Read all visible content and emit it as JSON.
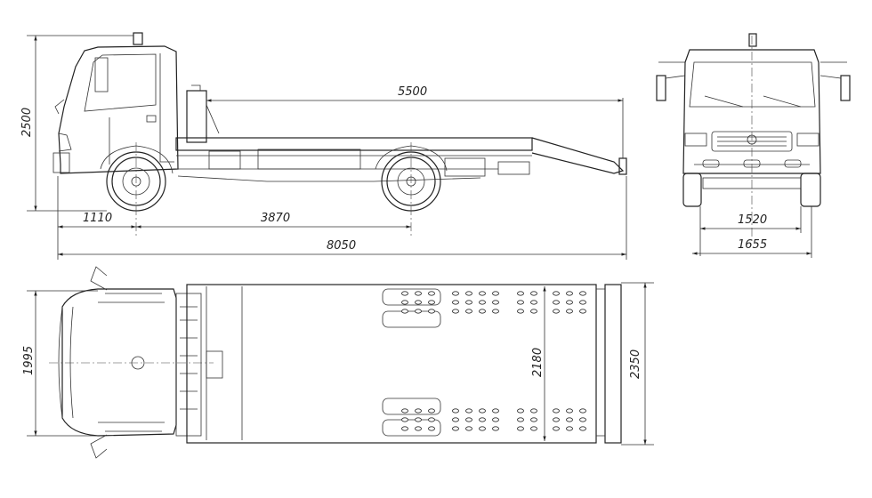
{
  "colors": {
    "line": "#222222",
    "background": "#ffffff"
  },
  "dimensions": {
    "overall_height": "2500",
    "deck_length": "5500",
    "front_overhang": "1110",
    "wheelbase": "3870",
    "overall_length": "8050",
    "track_width": "1520",
    "overall_width_front": "1655",
    "cab_width": "1995",
    "deck_inner_width": "2180",
    "deck_overall_width": "2350"
  }
}
